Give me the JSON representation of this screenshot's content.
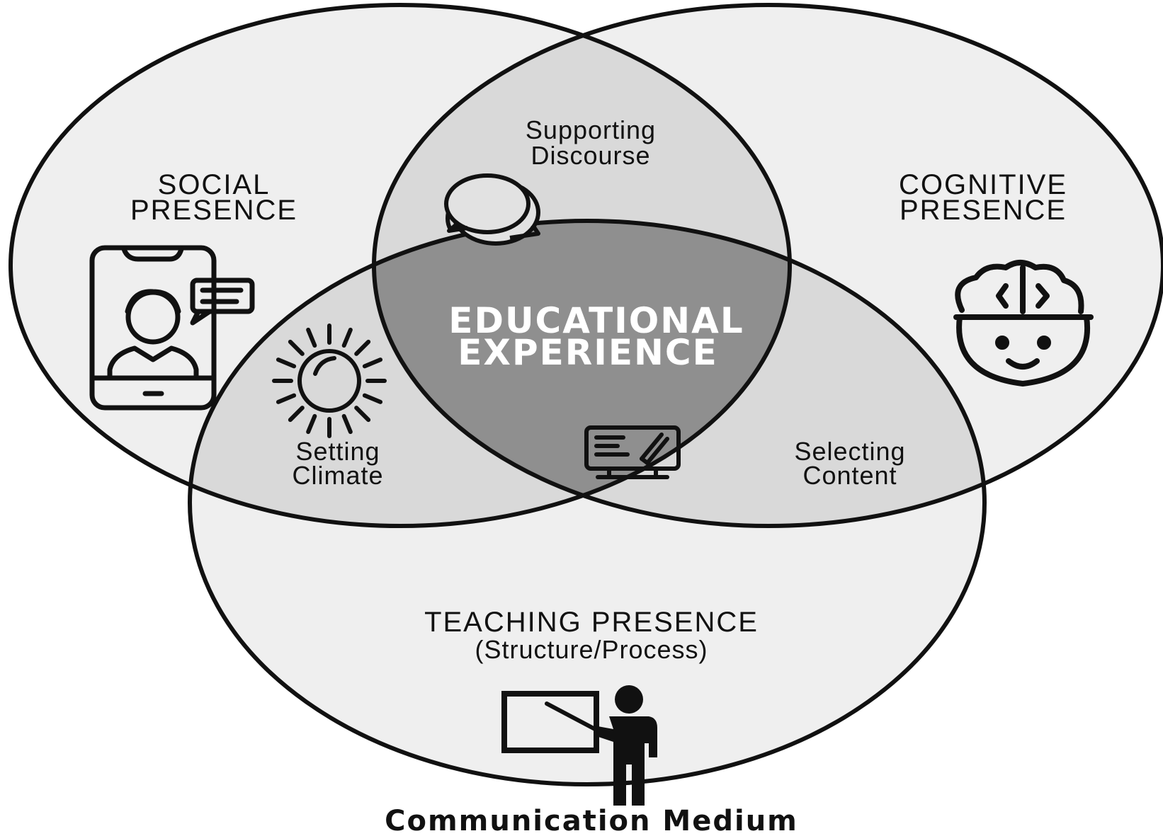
{
  "diagram": {
    "center": {
      "line1": "EDUCATIONAL",
      "line2": "EXPERIENCE"
    },
    "social": {
      "line1": "SOCIAL",
      "line2": "PRESENCE",
      "icon": "smartphone-video-chat-icon"
    },
    "cognitive": {
      "line1": "COGNITIVE",
      "line2": "PRESENCE",
      "icon": "brain-head-icon"
    },
    "teaching": {
      "line1": "TEACHING PRESENCE",
      "line2": "(Structure/Process)",
      "icon": "teacher-presentation-icon"
    },
    "supporting_discourse": {
      "line1": "Supporting",
      "line2": "Discourse",
      "icon": "speech-bubbles-icon"
    },
    "setting_climate": {
      "line1": "Setting",
      "line2": "Climate",
      "icon": "sun-icon"
    },
    "selecting_content": {
      "line1": "Selecting",
      "line2": "Content",
      "icon": "monitor-edit-icon"
    },
    "footer": "Communication Medium"
  },
  "colors": {
    "outer": "#efefef",
    "pair_overlap": "#d9d9d9",
    "center": "#8f8f8f",
    "stroke": "#111111"
  }
}
